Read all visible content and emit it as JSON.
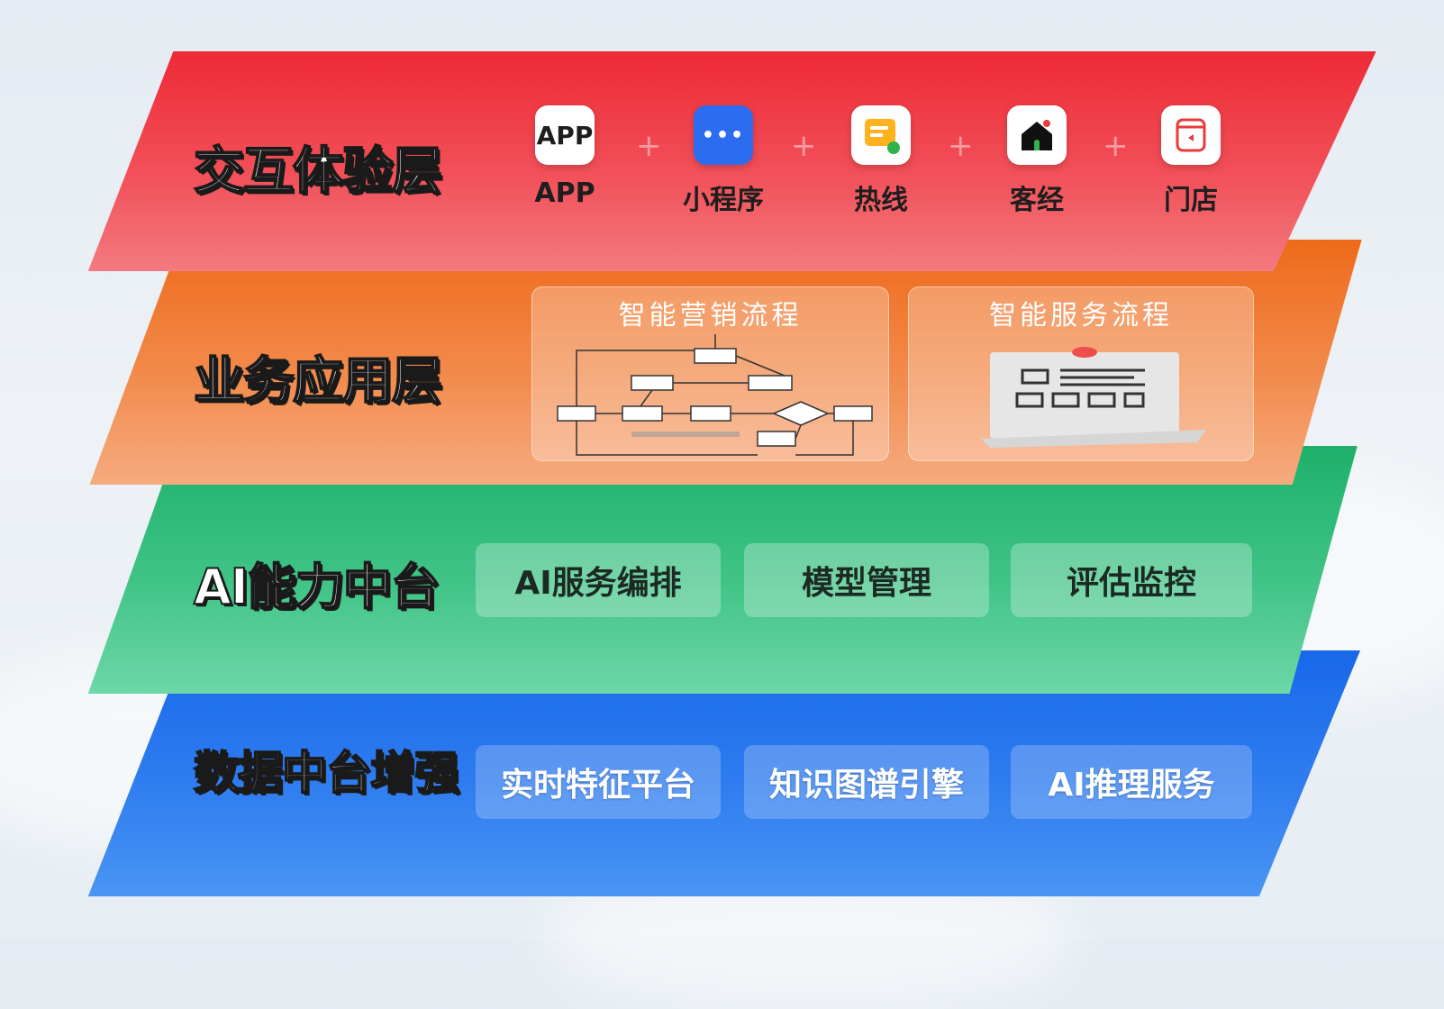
{
  "layers": {
    "interaction": {
      "title": "交互体验层",
      "channels": [
        {
          "label": "APP",
          "icon_text": "APP",
          "icon": "app-icon",
          "color": "#ffffff"
        },
        {
          "label": "小程序",
          "icon_text": "•••",
          "icon": "mini-program-icon",
          "color": "#2b6cf0"
        },
        {
          "label": "热线",
          "icon": "hotline-icon",
          "color": "#ffb21e"
        },
        {
          "label": "客经",
          "icon": "house-icon",
          "color": "#ffffff"
        },
        {
          "label": "门店",
          "icon": "store-icon",
          "color": "#ffffff"
        }
      ]
    },
    "business": {
      "title": "业务应用层",
      "flows": [
        {
          "title": "智能营销流程",
          "icon": "flowchart-icon"
        },
        {
          "title": "智能服务流程",
          "icon": "service-flow-icon"
        }
      ]
    },
    "ai": {
      "title": "AI能力中台",
      "chips": [
        "AI服务编排",
        "模型管理",
        "评估监控"
      ]
    },
    "data": {
      "title": "数据中台增强",
      "chips": [
        "实时特征平台",
        "知识图谱引擎",
        "AI推理服务"
      ]
    }
  },
  "colors": {
    "interaction": "#ee2a35",
    "business": "#ee6a1a",
    "ai": "#1eb06a",
    "data": "#1968ea"
  }
}
